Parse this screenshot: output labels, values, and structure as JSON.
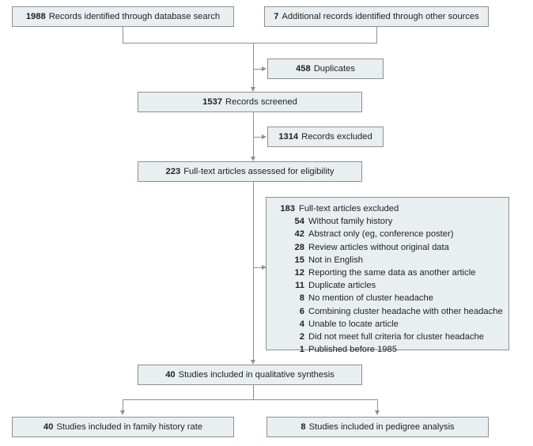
{
  "diagram": {
    "type": "prisma-flow-diagram",
    "colors": {
      "box_fill": "#e9eff1",
      "box_border": "#8c9093",
      "connector": "#8c9093",
      "text": "#221f1f",
      "background": "#ffffff"
    },
    "nodes": {
      "database_search": {
        "count": "1988",
        "label": "Records identified through database search"
      },
      "other_sources": {
        "count": "7",
        "label": "Additional records identified through other sources"
      },
      "duplicates": {
        "count": "458",
        "label": "Duplicates"
      },
      "records_screened": {
        "count": "1537",
        "label": "Records screened"
      },
      "records_excluded": {
        "count": "1314",
        "label": "Records excluded"
      },
      "fulltext_assessed": {
        "count": "223",
        "label": "Full-text articles assessed for eligibility"
      },
      "fulltext_excluded": {
        "count": "183",
        "label": "Full-text articles excluded",
        "reasons": [
          {
            "count": "54",
            "label": "Without family history"
          },
          {
            "count": "42",
            "label": "Abstract only (eg, conference poster)"
          },
          {
            "count": "28",
            "label": "Review articles without original data"
          },
          {
            "count": "15",
            "label": "Not in English"
          },
          {
            "count": "12",
            "label": "Reporting the same data as another article"
          },
          {
            "count": "11",
            "label": "Duplicate articles"
          },
          {
            "count": "8",
            "label": "No mention of cluster headache"
          },
          {
            "count": "6",
            "label": "Combining cluster headache with other headache"
          },
          {
            "count": "4",
            "label": "Unable to locate article"
          },
          {
            "count": "2",
            "label": "Did not meet full criteria for cluster headache"
          },
          {
            "count": "1",
            "label": "Published before 1985"
          }
        ]
      },
      "qualitative_synthesis": {
        "count": "40",
        "label": "Studies included in qualitative synthesis"
      },
      "family_history_rate": {
        "count": "40",
        "label": "Studies included in family history rate"
      },
      "pedigree_analysis": {
        "count": "8",
        "label": "Studies included in pedigree analysis"
      }
    }
  }
}
